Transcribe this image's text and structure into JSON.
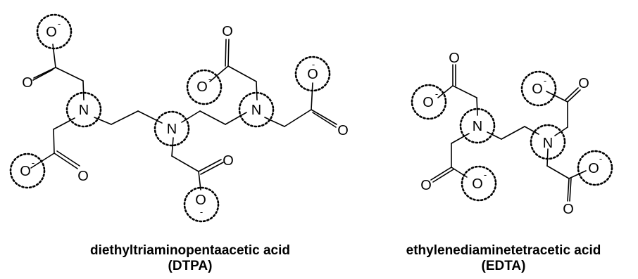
{
  "structures": [
    {
      "id": "dtpa",
      "name": "diethyltriaminopentaacetic acid",
      "abbreviation": "(DTPA)"
    },
    {
      "id": "edta",
      "name": "ethylenediaminetetracetic acid",
      "abbreviation": "(EDTA)"
    }
  ],
  "atom_labels": {
    "nitrogen": "N",
    "oxygen": "O",
    "negative_charge": "-"
  },
  "style": {
    "bond_color": "#000000",
    "site_marker": "dotted-circle",
    "background": "#ffffff"
  }
}
